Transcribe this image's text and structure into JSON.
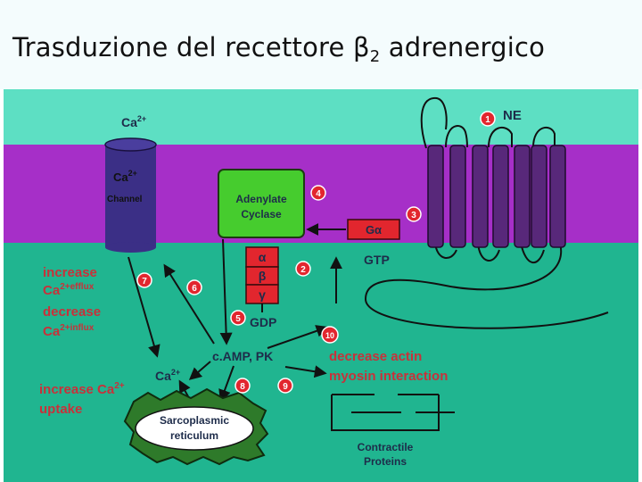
{
  "title": {
    "main": "Trasduzione del recettore ",
    "symbol": "β",
    "subscript": "2",
    "tail": " adrenergico"
  },
  "colors": {
    "extracellular": "#5ddfc3",
    "membrane": "#a62fc8",
    "cytoplasm": "#20b590",
    "receptor": "#58287a",
    "enzyme": "#46cc2e",
    "gprotein": "#e2262e",
    "label_red": "#c8313a",
    "text_dark": "#1e2c4a"
  },
  "labels": {
    "ca_outside": "Ca",
    "ca_outside_sup": "2+",
    "channel_line1": "Ca",
    "channel_sup": "2+",
    "channel_line2": "Channel",
    "ne": "NE",
    "adenylate_line1": "Adenylate",
    "adenylate_line2": "Cyclase",
    "g_alpha": "Gα",
    "gtp": "GTP",
    "gdp": "GDP",
    "alpha": "α",
    "beta": "β",
    "gamma": "γ",
    "camp": "c.AMP, PK",
    "ca_inside": "Ca",
    "ca_inside_sup": "2+",
    "efflux_1": "increase",
    "efflux_2a": "Ca",
    "efflux_2b": "2+efflux",
    "efflux_3": "decrease",
    "efflux_4a": "Ca",
    "efflux_4b": "2+influx",
    "uptake_1": "increase Ca",
    "uptake_1_sup": "2+",
    "uptake_2": "uptake",
    "actin_1": "decrease actin",
    "actin_2": "myosin interaction",
    "sr_1": "Sarcoplasmic",
    "sr_2": "reticulum",
    "contractile_1": "Contractile",
    "contractile_2": "Proteins"
  },
  "steps": [
    "1",
    "2",
    "3",
    "4",
    "5",
    "6",
    "7",
    "8",
    "9",
    "10"
  ]
}
